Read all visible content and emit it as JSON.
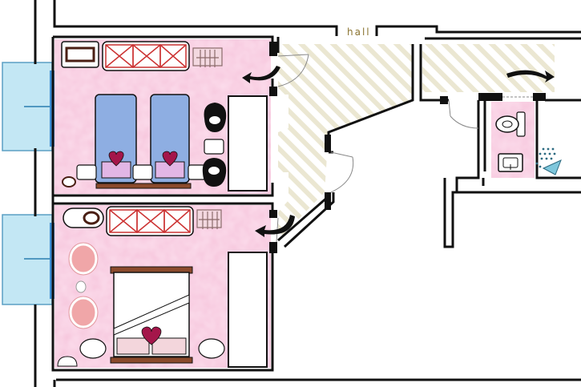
{
  "plan": {
    "hall_label": "hall",
    "colors": {
      "wall": "#111111",
      "room_floor": "#f7c6dd",
      "hall_hatch": "#ece9d6",
      "window": "#c3e7f4",
      "bed_blue": "#8eaee2",
      "bed_frame": "#8b4a2c",
      "heart": "#a4164a",
      "pillow": "#e2b6e5",
      "chair": "#f0a6a8",
      "shower": "#7fc7dc"
    },
    "rooms": [
      {
        "id": "room-top",
        "type": "twin-bedroom"
      },
      {
        "id": "room-bottom",
        "type": "double-bedroom"
      },
      {
        "id": "bathroom",
        "type": "bathroom"
      }
    ]
  }
}
